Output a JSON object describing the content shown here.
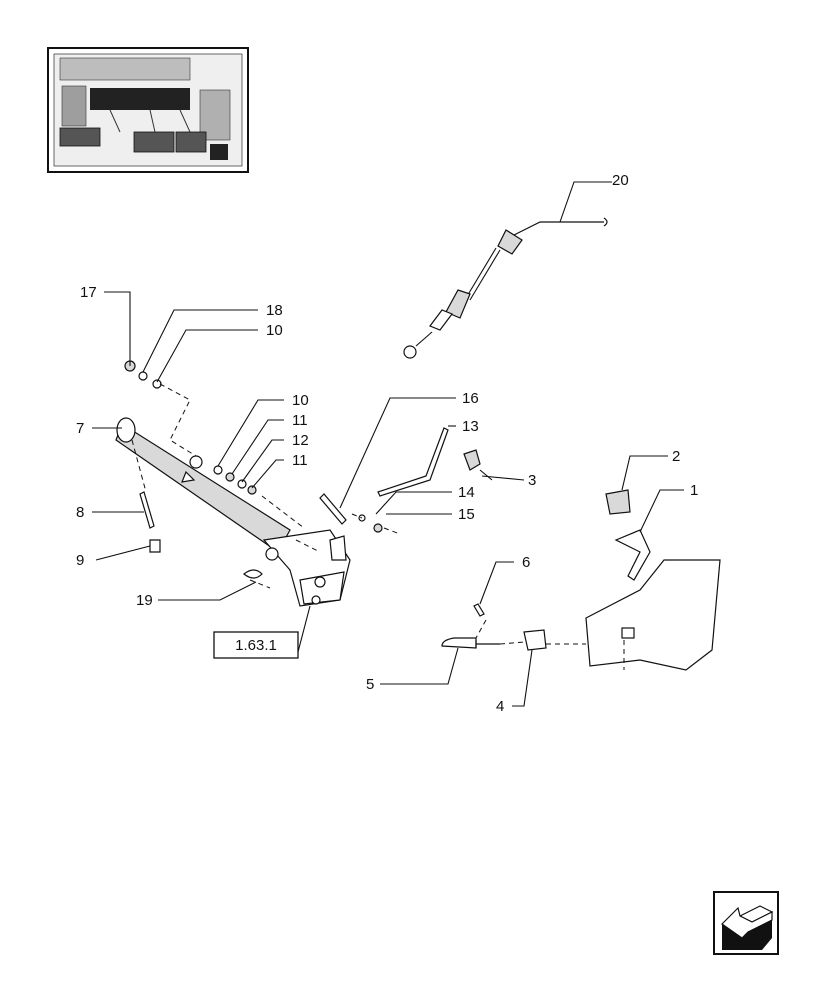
{
  "callouts": [
    {
      "id": "20",
      "label": "20"
    },
    {
      "id": "17",
      "label": "17"
    },
    {
      "id": "18",
      "label": "18"
    },
    {
      "id": "10a",
      "label": "10"
    },
    {
      "id": "7",
      "label": "7"
    },
    {
      "id": "10b",
      "label": "10"
    },
    {
      "id": "11a",
      "label": "11"
    },
    {
      "id": "12",
      "label": "12"
    },
    {
      "id": "11b",
      "label": "11"
    },
    {
      "id": "16",
      "label": "16"
    },
    {
      "id": "13",
      "label": "13"
    },
    {
      "id": "3",
      "label": "3"
    },
    {
      "id": "14",
      "label": "14"
    },
    {
      "id": "15",
      "label": "15"
    },
    {
      "id": "8",
      "label": "8"
    },
    {
      "id": "9",
      "label": "9"
    },
    {
      "id": "19",
      "label": "19"
    },
    {
      "id": "2",
      "label": "2"
    },
    {
      "id": "1",
      "label": "1"
    },
    {
      "id": "6",
      "label": "6"
    },
    {
      "id": "5",
      "label": "5"
    },
    {
      "id": "4",
      "label": "4"
    }
  ],
  "reference_box": {
    "label": "1.63.1"
  },
  "icons": {
    "thumbnail": "pedal-area-thumbnail",
    "nav": "return-arrow-icon"
  }
}
